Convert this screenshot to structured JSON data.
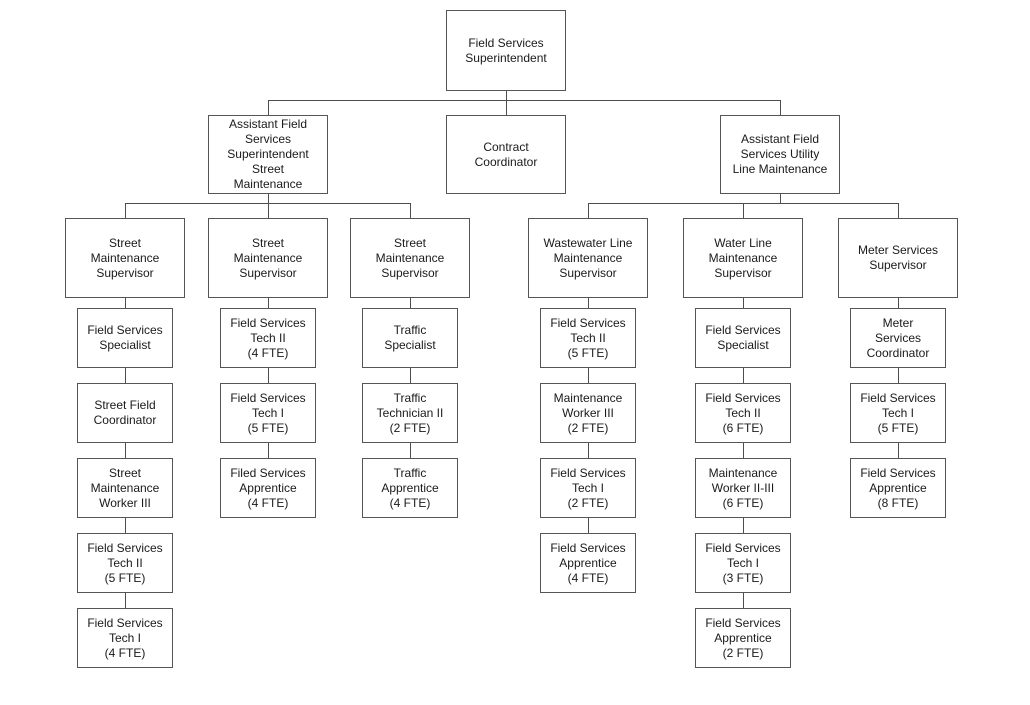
{
  "org": {
    "superintendent": {
      "lines": [
        "Field Services",
        "Superintendent"
      ]
    },
    "level2": [
      {
        "lines": [
          "Assistant Field",
          "Services",
          "Superintendent",
          "Street",
          "Maintenance"
        ]
      },
      {
        "lines": [
          "Contract",
          "Coordinator"
        ]
      },
      {
        "lines": [
          "Assistant Field",
          "Services Utility",
          "Line Maintenance"
        ]
      }
    ],
    "columns": [
      {
        "supervisor_lines": [
          "Street",
          "Maintenance",
          "Supervisor"
        ],
        "chain": [
          {
            "lines": [
              "Field Services",
              "Specialist"
            ]
          },
          {
            "lines": [
              "Street Field",
              "Coordinator"
            ]
          },
          {
            "lines": [
              "Street",
              "Maintenance",
              "Worker III"
            ]
          },
          {
            "lines": [
              "Field Services",
              "Tech II",
              "(5 FTE)"
            ]
          },
          {
            "lines": [
              "Field Services",
              "Tech I",
              "(4 FTE)"
            ]
          }
        ]
      },
      {
        "supervisor_lines": [
          "Street",
          "Maintenance",
          "Supervisor"
        ],
        "chain": [
          {
            "lines": [
              "Field Services",
              "Tech II",
              "(4 FTE)"
            ]
          },
          {
            "lines": [
              "Field Services",
              "Tech I",
              "(5 FTE)"
            ]
          },
          {
            "lines": [
              "Filed Services",
              "Apprentice",
              "(4 FTE)"
            ]
          }
        ]
      },
      {
        "supervisor_lines": [
          "Street",
          "Maintenance",
          "Supervisor"
        ],
        "chain": [
          {
            "lines": [
              "Traffic",
              "Specialist"
            ]
          },
          {
            "lines": [
              "Traffic",
              "Technician II",
              "(2 FTE)"
            ]
          },
          {
            "lines": [
              "Traffic",
              "Apprentice",
              "(4 FTE)"
            ]
          }
        ]
      },
      {
        "supervisor_lines": [
          "Wastewater Line",
          "Maintenance",
          "Supervisor"
        ],
        "chain": [
          {
            "lines": [
              "Field Services",
              "Tech II",
              "(5 FTE)"
            ]
          },
          {
            "lines": [
              "Maintenance",
              "Worker III",
              "(2 FTE)"
            ]
          },
          {
            "lines": [
              "Field Services",
              "Tech I",
              "(2 FTE)"
            ]
          },
          {
            "lines": [
              "Field Services",
              "Apprentice",
              "(4 FTE)"
            ]
          }
        ]
      },
      {
        "supervisor_lines": [
          "Water Line",
          "Maintenance",
          "Supervisor"
        ],
        "chain": [
          {
            "lines": [
              "Field Services",
              "Specialist"
            ]
          },
          {
            "lines": [
              "Field Services",
              "Tech II",
              "(6 FTE)"
            ]
          },
          {
            "lines": [
              "Maintenance",
              "Worker II-III",
              "(6 FTE)"
            ]
          },
          {
            "lines": [
              "Field Services",
              "Tech I",
              "(3 FTE)"
            ]
          },
          {
            "lines": [
              "Field Services",
              "Apprentice",
              "(2 FTE)"
            ]
          }
        ]
      },
      {
        "supervisor_lines": [
          "Meter Services",
          "Supervisor"
        ],
        "chain": [
          {
            "lines": [
              "Meter",
              "Services",
              "Coordinator"
            ]
          },
          {
            "lines": [
              "Field Services",
              "Tech I",
              "(5 FTE)"
            ]
          },
          {
            "lines": [
              "Field Services",
              "Apprentice",
              "(8 FTE)"
            ]
          }
        ]
      }
    ]
  },
  "colors": {
    "background": "#ffffff",
    "box_border": "#555555",
    "connector": "#4d4d4d",
    "text": "#1a1a1a"
  }
}
